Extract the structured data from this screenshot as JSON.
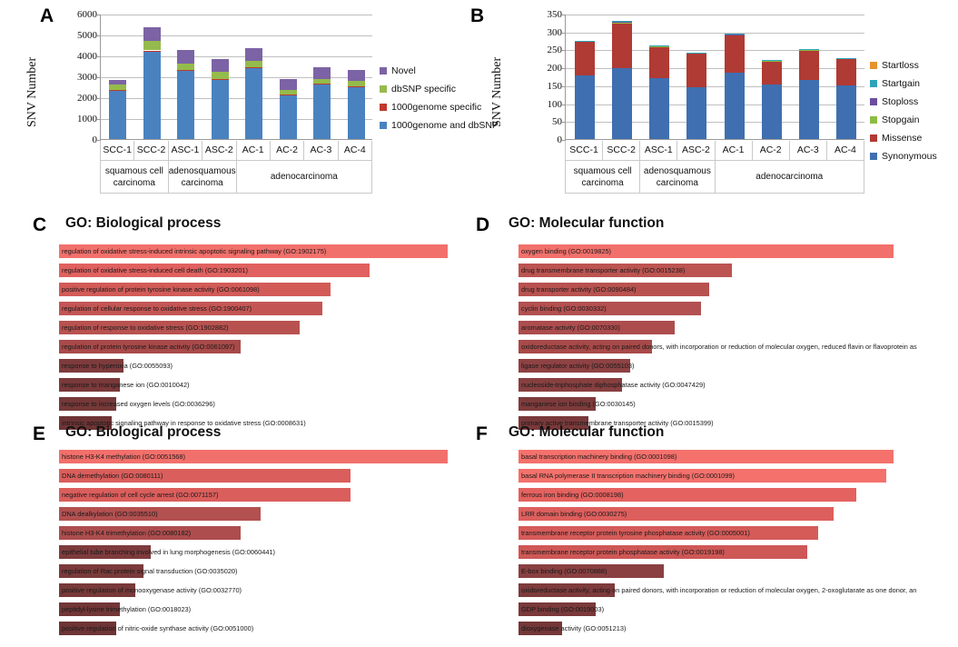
{
  "figure": {
    "panels": [
      "A",
      "B",
      "C",
      "D",
      "E",
      "F"
    ]
  },
  "panelA": {
    "letter": "A",
    "ylabel": "SNV Number",
    "legend": [
      {
        "label": "Novel",
        "color": "#7C63A5"
      },
      {
        "label": "dbSNP specific",
        "color": "#94BB4C"
      },
      {
        "label": "1000genome specific",
        "color": "#C0392B"
      },
      {
        "label": "1000genome and dbSNP",
        "color": "#4A82C0"
      }
    ],
    "groups": [
      {
        "label": "squamous cell carcinoma",
        "span": 2
      },
      {
        "label": "adenosquamous carcinoma",
        "span": 2
      },
      {
        "label": "adenocarcinoma",
        "span": 4
      }
    ],
    "chart_data": {
      "type": "bar",
      "stacked": true,
      "title": "",
      "xlabel": "",
      "ylabel": "SNV Number",
      "ylim": [
        0,
        6000
      ],
      "yticks": [
        0,
        1000,
        2000,
        3000,
        4000,
        5000,
        6000
      ],
      "grid": true,
      "legend_position": "right",
      "categories": [
        "SCC-1",
        "SCC-2",
        "ASC-1",
        "ASC-2",
        "AC-1",
        "AC-2",
        "AC-3",
        "AC-4"
      ],
      "series": [
        {
          "name": "1000genome and dbSNP",
          "color": "#4A82C0",
          "values": [
            2320,
            4180,
            3250,
            2840,
            3390,
            2110,
            2600,
            2490
          ]
        },
        {
          "name": "1000genome specific",
          "color": "#C0392B",
          "values": [
            40,
            60,
            45,
            40,
            45,
            35,
            40,
            40
          ]
        },
        {
          "name": "dbSNP specific",
          "color": "#94BB4C",
          "values": [
            230,
            440,
            310,
            340,
            300,
            225,
            250,
            255
          ]
        },
        {
          "name": "Novel",
          "color": "#7C63A5",
          "values": [
            250,
            680,
            650,
            610,
            620,
            500,
            540,
            500
          ]
        }
      ],
      "totals": [
        2840,
        5360,
        4255,
        3830,
        4355,
        2870,
        3430,
        3285
      ]
    }
  },
  "panelB": {
    "letter": "B",
    "ylabel": "SNV Number",
    "legend": [
      {
        "label": "Startloss",
        "color": "#E8922E"
      },
      {
        "label": "Startgain",
        "color": "#2FA4B8"
      },
      {
        "label": "Stoploss",
        "color": "#6B4E9E"
      },
      {
        "label": "Stopgain",
        "color": "#8CBB45"
      },
      {
        "label": "Missense",
        "color": "#B03A34"
      },
      {
        "label": "Synonymous",
        "color": "#3F6FB0"
      }
    ],
    "groups": [
      {
        "label": "squamous cell carcinoma",
        "span": 2
      },
      {
        "label": "adenosquamous carcinoma",
        "span": 2
      },
      {
        "label": "adenocarcinoma",
        "span": 4
      }
    ],
    "chart_data": {
      "type": "bar",
      "stacked": true,
      "title": "",
      "xlabel": "",
      "ylabel": "SNV Number",
      "ylim": [
        0,
        350
      ],
      "yticks": [
        0,
        50,
        100,
        150,
        200,
        250,
        300,
        350
      ],
      "grid": true,
      "legend_position": "right",
      "categories": [
        "SCC-1",
        "SCC-2",
        "ASC-1",
        "ASC-2",
        "AC-1",
        "AC-2",
        "AC-3",
        "AC-4"
      ],
      "series": [
        {
          "name": "Synonymous",
          "color": "#3F6FB0",
          "values": [
            177,
            198,
            170,
            145,
            185,
            152,
            166,
            150
          ]
        },
        {
          "name": "Missense",
          "color": "#B03A34",
          "values": [
            94,
            125,
            85,
            93,
            104,
            65,
            81,
            74
          ]
        },
        {
          "name": "Stopgain",
          "color": "#8CBB45",
          "values": [
            2,
            3,
            3,
            1,
            1,
            2,
            2,
            1
          ]
        },
        {
          "name": "Stoploss",
          "color": "#6B4E9E",
          "values": [
            0,
            1,
            0,
            0,
            1,
            0,
            0,
            0
          ]
        },
        {
          "name": "Startgain",
          "color": "#2FA4B8",
          "values": [
            1,
            3,
            1,
            2,
            2,
            1,
            1,
            1
          ]
        },
        {
          "name": "Startloss",
          "color": "#E8922E",
          "values": [
            0,
            0,
            0,
            0,
            0,
            0,
            0,
            0
          ]
        }
      ],
      "totals": [
        274,
        330,
        259,
        241,
        293,
        220,
        250,
        226
      ]
    }
  },
  "panelC": {
    "letter": "C",
    "title": "GO: Biological process",
    "chart_data": {
      "type": "bar",
      "orientation": "horizontal",
      "title": "GO: Biological process",
      "xlabel": "",
      "ylabel": "",
      "grid": false,
      "categories": [
        "regulation of oxidative stress-induced intrinsic apoptotic signaling pathway (GO:1902175)",
        "regulation of oxidative stress-induced cell death (GO:1903201)",
        "positive regulation of protein tyrosine kinase activity (GO:0061098)",
        "regulation of cellular response to oxidative stress (GO:1900407)",
        "regulation of response to oxidative stress (GO:1902882)",
        "regulation of protein tyrosine kinase activity (GO:0061097)",
        "response to hyperoxia (GO:0055093)",
        "response to manganese ion (GO:0010042)",
        "response to increased oxygen levels (GO:0036296)",
        "intrinsic apoptotic signaling pathway in response to oxidative stress (GO:0008631)"
      ],
      "values": [
        100,
        80,
        70,
        68,
        62,
        47,
        17,
        16,
        15,
        14
      ],
      "colors": [
        "#F2706B",
        "#E0615F",
        "#D25B58",
        "#C35654",
        "#B85250",
        "#A84A49",
        "#7E3B3C",
        "#7A393A",
        "#763838",
        "#6E3435"
      ]
    }
  },
  "panelD": {
    "letter": "D",
    "title": "GO: Molecular function",
    "chart_data": {
      "type": "bar",
      "orientation": "horizontal",
      "title": "GO: Molecular function",
      "xlabel": "",
      "ylabel": "",
      "grid": false,
      "categories": [
        "oxygen binding (GO:0019825)",
        "drug transmembrane transporter activity (GO:0015238)",
        "drug transporter activity (GO:0090484)",
        "cyclin binding (GO:0030332)",
        "aromatase activity (GO:0070330)",
        "oxidoreductase activity, acting on paired donors, with incorporation or reduction of molecular oxygen, reduced flavin or flavoprotein as",
        "ligase regulator activity (GO:0055103)",
        "nucleoside-triphosphate diphosphatase activity (GO:0047429)",
        "manganese ion binding (GO:0030145)",
        "primary active transmembrane transporter activity (GO:0015399)"
      ],
      "values": [
        100,
        57,
        51,
        49,
        42,
        36,
        30,
        28,
        21,
        19
      ],
      "colors": [
        "#F2706B",
        "#BC5451",
        "#B85250",
        "#B35050",
        "#AC4C4D",
        "#A84A49",
        "#8E4243",
        "#883F40",
        "#7E3B3C",
        "#79393A"
      ]
    }
  },
  "panelE": {
    "letter": "E",
    "title": "GO: Biological process",
    "chart_data": {
      "type": "bar",
      "orientation": "horizontal",
      "title": "GO: Biological process",
      "xlabel": "",
      "ylabel": "",
      "grid": false,
      "categories": [
        "histone H3-K4 methylation (GO:0051568)",
        "DNA demethylation (GO:0080111)",
        "negative regulation of cell cycle arrest (GO:0071157)",
        "DNA dealkylation (GO:0035510)",
        "histone H3-K4 trimethylation (GO:0080182)",
        "epithelial tube branching involved in lung morphogenesis (GO:0060441)",
        "regulation of Rac protein signal transduction (GO:0035020)",
        "positive regulation of monooxygenase activity (GO:0032770)",
        "peptidyl-lysine trimethylation (GO:0018023)",
        "positive regulation of nitric-oxide synthase activity (GO:0051000)"
      ],
      "values": [
        100,
        75,
        75,
        52,
        47,
        24,
        22,
        20,
        16,
        15
      ],
      "colors": [
        "#F2706B",
        "#DA5E5C",
        "#DA5E5C",
        "#B35050",
        "#AD4D4D",
        "#7E3B3C",
        "#7B3A3B",
        "#783939",
        "#713637",
        "#6E3435"
      ]
    }
  },
  "panelF": {
    "letter": "F",
    "title": "GO: Molecular function",
    "chart_data": {
      "type": "bar",
      "orientation": "horizontal",
      "title": "GO: Molecular function",
      "xlabel": "",
      "ylabel": "",
      "grid": false,
      "categories": [
        "basal transcription machinery binding (GO:0001098)",
        "basal RNA polymerase II transcription machinery binding (GO:0001099)",
        "ferrous iron binding (GO:0008198)",
        "LRR domain binding (GO:0030275)",
        "transmembrane receptor protein tyrosine phosphatase activity (GO:0005001)",
        "transmembrane receptor protein phosphatase activity (GO:0019198)",
        "E-box binding (GO:0070888)",
        "oxidoreductase activity, acting on paired donors, with incorporation or reduction of molecular oxygen, 2-oxoglutarate as one donor, an",
        "GDP binding (GO:0019003)",
        "dioxygenase activity (GO:0051213)"
      ],
      "values": [
        100,
        98,
        90,
        84,
        80,
        77,
        39,
        26,
        21,
        12
      ],
      "colors": [
        "#F4716C",
        "#F4716C",
        "#E4625F",
        "#DD5F5D",
        "#D55B59",
        "#CE5856",
        "#8A4041",
        "#7E3B3C",
        "#7A393A",
        "#743738"
      ]
    }
  }
}
